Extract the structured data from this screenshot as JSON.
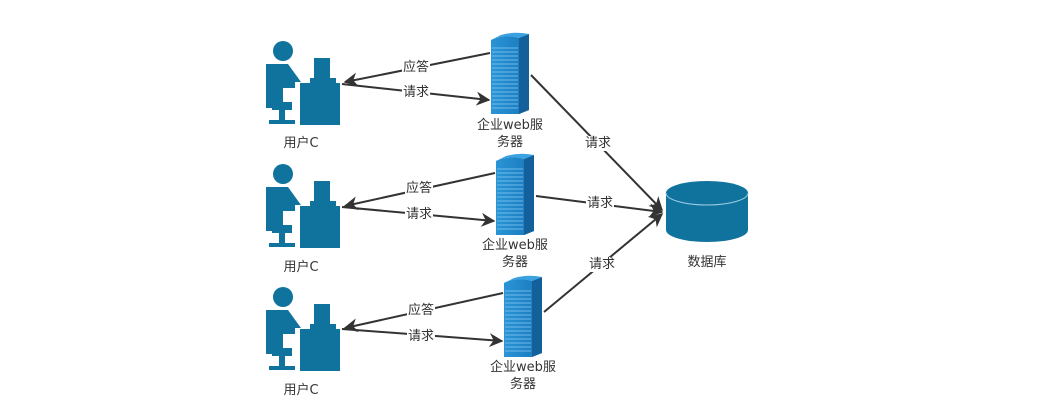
{
  "colors": {
    "user": "#10739e",
    "server": "#1f87c8",
    "server_dark": "#1565a8",
    "database": "#10739e",
    "edge": "#333333",
    "text": "#333333"
  },
  "nodes": {
    "users": [
      {
        "label": "用户C",
        "icon": "user-at-desk-icon"
      },
      {
        "label": "用户C",
        "icon": "user-at-desk-icon"
      },
      {
        "label": "用户C",
        "icon": "user-at-desk-icon"
      }
    ],
    "servers": [
      {
        "label_line1": "企业web服",
        "label_line2": "务器",
        "icon": "server-tower-icon"
      },
      {
        "label_line1": "企业web服",
        "label_line2": "务器",
        "icon": "server-tower-icon"
      },
      {
        "label_line1": "企业web服",
        "label_line2": "务器",
        "icon": "server-tower-icon"
      }
    ],
    "database": {
      "label": "数据库",
      "icon": "database-cylinder-icon"
    }
  },
  "edges": {
    "response": "应答",
    "request": "请求",
    "groups": [
      {
        "response_label": "应答",
        "request_label": "请求",
        "db_request_label": "请求"
      },
      {
        "response_label": "应答",
        "request_label": "请求",
        "db_request_label": "请求"
      },
      {
        "response_label": "应答",
        "request_label": "请求",
        "db_request_label": "请求"
      }
    ]
  }
}
